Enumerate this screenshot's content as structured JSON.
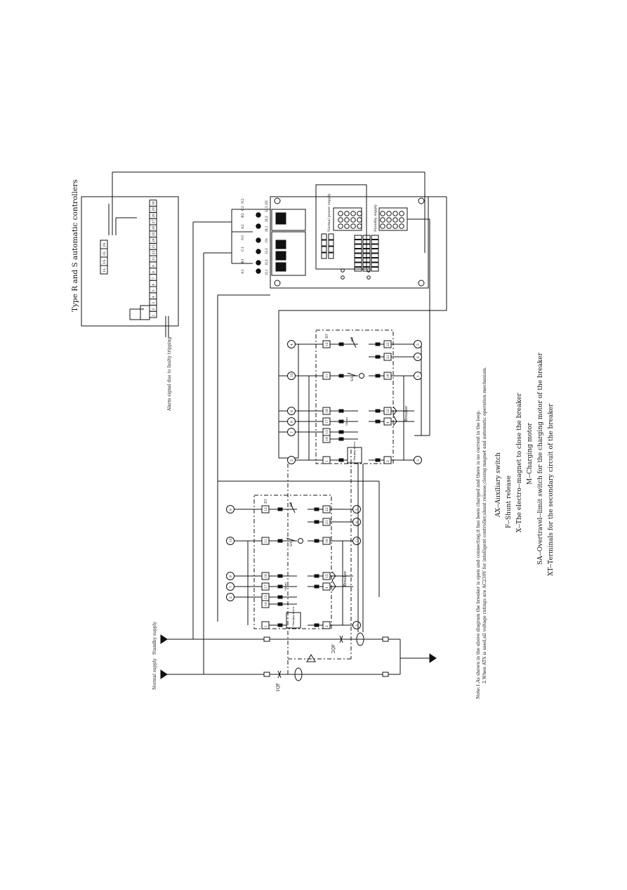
{
  "controller": {
    "title": "Type R and S automatic controllers",
    "top_terminals": [
      "2S",
      "2L",
      "1S",
      "1L"
    ],
    "bottom_terminals": [
      "1",
      "2",
      "3",
      "4",
      "5",
      "6",
      "7",
      "8",
      "9",
      "21",
      "22",
      "23",
      "24",
      "25",
      "26",
      "27",
      "28",
      "29",
      "30"
    ],
    "alarm_label": "Alarm signal due to faulty tripping"
  },
  "ats": {
    "left_labels": [
      "A1",
      "B1",
      "C1",
      "N1",
      "A2",
      "B2",
      "C2",
      "N2"
    ],
    "right_labels": [
      "1L1",
      "1L2",
      "1L3",
      "1N",
      "2L1",
      "2L2",
      "2L3",
      "2N"
    ],
    "normal_plug": "Normal power supply",
    "standby_plug": "Standby supply"
  },
  "supplies": {
    "normal": "Normal supply",
    "standby": "Standby supply",
    "q1": "1QF",
    "q2": "2QF"
  },
  "breaker1": {
    "label": "Breaker",
    "xt": "XT",
    "ax": "AX",
    "sa": "SA",
    "charging": "Charging motor",
    "shunt": "Shunt",
    "circles_left": [
      "9",
      "10",
      "8",
      "7",
      "2"
    ],
    "circles_right": [
      "5",
      "6",
      "11",
      "3"
    ],
    "terminals_left": [
      "12",
      "11",
      "18",
      "17",
      "13",
      "14",
      "1"
    ],
    "terminals_right": [
      "22",
      "21",
      "16",
      "15",
      "4",
      "2"
    ]
  },
  "breaker2": {
    "label": "Breaker",
    "xt": "XT",
    "ax": "AX",
    "sa": "SA",
    "charging": "Charging motor",
    "shunt": "Shunt",
    "circles_left": [
      "4",
      "10",
      "8",
      "8",
      "7",
      "2"
    ],
    "circles_right": [
      "5",
      "6",
      "1",
      "3"
    ],
    "terminals_left": [
      "12",
      "11",
      "18",
      "17",
      "13",
      "14",
      "1"
    ],
    "terminals_right": [
      "22",
      "21",
      "16",
      "15",
      "4",
      "2"
    ]
  },
  "notes": {
    "note1": "Note:1.As shown in the  above diagram the breaker is open and connecting,it has been charged and there is no current in the loop.",
    "note2": "2.When ATS is used,all voltage ratings are AC230V for intelligent controller,shunt release,closing magnet and automatic operation mechanism.",
    "legend": [
      "AX--Auxiliary switch",
      "F--Shunt release",
      "X--The electro--magnet to close the breaker",
      "M--Charging motor",
      "SA--Overtravel--limit switch for the charging motor of the breaker",
      "XT--Terminals for the secondary circuit of the breaker"
    ]
  }
}
